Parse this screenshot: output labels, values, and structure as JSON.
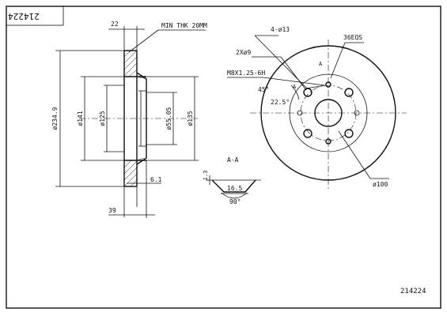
{
  "sheet": {
    "part_number_top": "214224",
    "part_number_bottom": "214224"
  },
  "side_view": {
    "width_22": "22",
    "note_min_thickness": "MIN THK 20MM",
    "dia_234_9": "ø234.9",
    "dia_141": "ø141",
    "dia_125": "ø125",
    "dia_55_05": "ø55.05",
    "dia_135": "ø135",
    "dim_6_1": "6.1",
    "dim_39": "39"
  },
  "front_view": {
    "holes_4_d13": "4-ø13",
    "equal_36": "36EQS",
    "holes_2_d9": "2Xø9",
    "thread": "M8X1.25-6H",
    "angle_45": "45°",
    "angle_22_5": "22.5°",
    "section_mark": "A",
    "dia_100": "ø100"
  },
  "section_view": {
    "title": "A-A",
    "dim_1_3": "1.3",
    "dim_16_5": "16.5",
    "angle_90": "90°"
  }
}
